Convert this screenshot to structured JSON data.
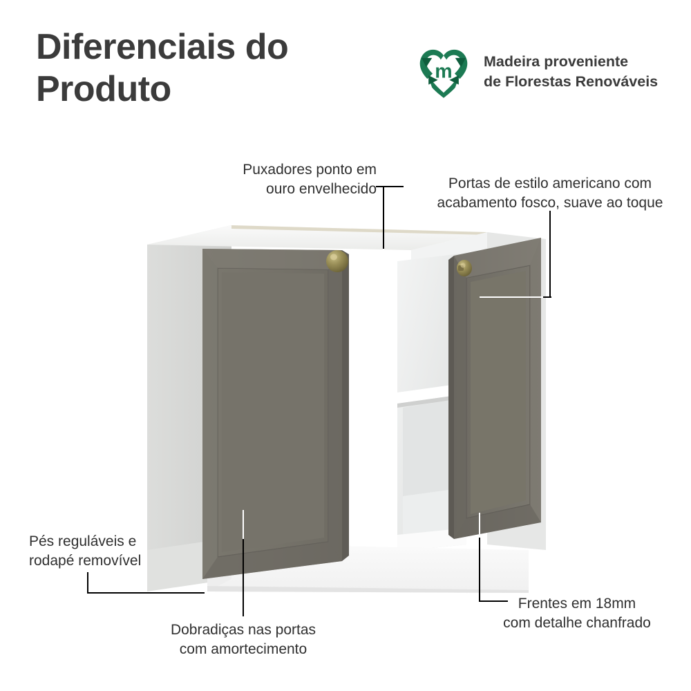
{
  "header": {
    "title": "Diferenciais do Produto",
    "eco_badge": {
      "logo_icon": "recycling-heart-icon",
      "logo_letter": "m",
      "text": "Madeira proveniente\nde Florestas Renováveis",
      "color": "#1c7a53"
    }
  },
  "callouts": [
    {
      "id": "handles",
      "text": "Puxadores ponto em\nouro envelhecido",
      "align": "right",
      "points_to": "door-knob-left"
    },
    {
      "id": "doors",
      "text": "Portas de estilo americano com\nacabamento fosco, suave ao toque",
      "align": "center",
      "points_to": "door-right-face"
    },
    {
      "id": "feet",
      "text": "Pés reguláveis e\nrodapé removível",
      "align": "left",
      "points_to": "cabinet-base-plinth"
    },
    {
      "id": "hinges",
      "text": "Dobradiças nas portas\ncom amortecimento",
      "align": "center",
      "points_to": "door-left-hinge-edge"
    },
    {
      "id": "fronts",
      "text": "Frentes em 18mm\ncom detalhe chanfrado",
      "align": "center",
      "points_to": "door-right-bottom-edge"
    }
  ],
  "product": {
    "name": "balcao-de-cozinha-2-portas",
    "door_count": 2,
    "knob_count": 2,
    "colors": {
      "door": "#757269",
      "door_shadow": "#6b6860",
      "door_bevel": "#807d74",
      "carcass_side": "#d3d4d2",
      "carcass_top": "#f1f1ef",
      "carcass_interior": "#e9eaea",
      "plinth": "#f4f4f4",
      "knob": "#8f8456",
      "text": "#2f2f2f",
      "title": "#3b3b3b"
    }
  }
}
